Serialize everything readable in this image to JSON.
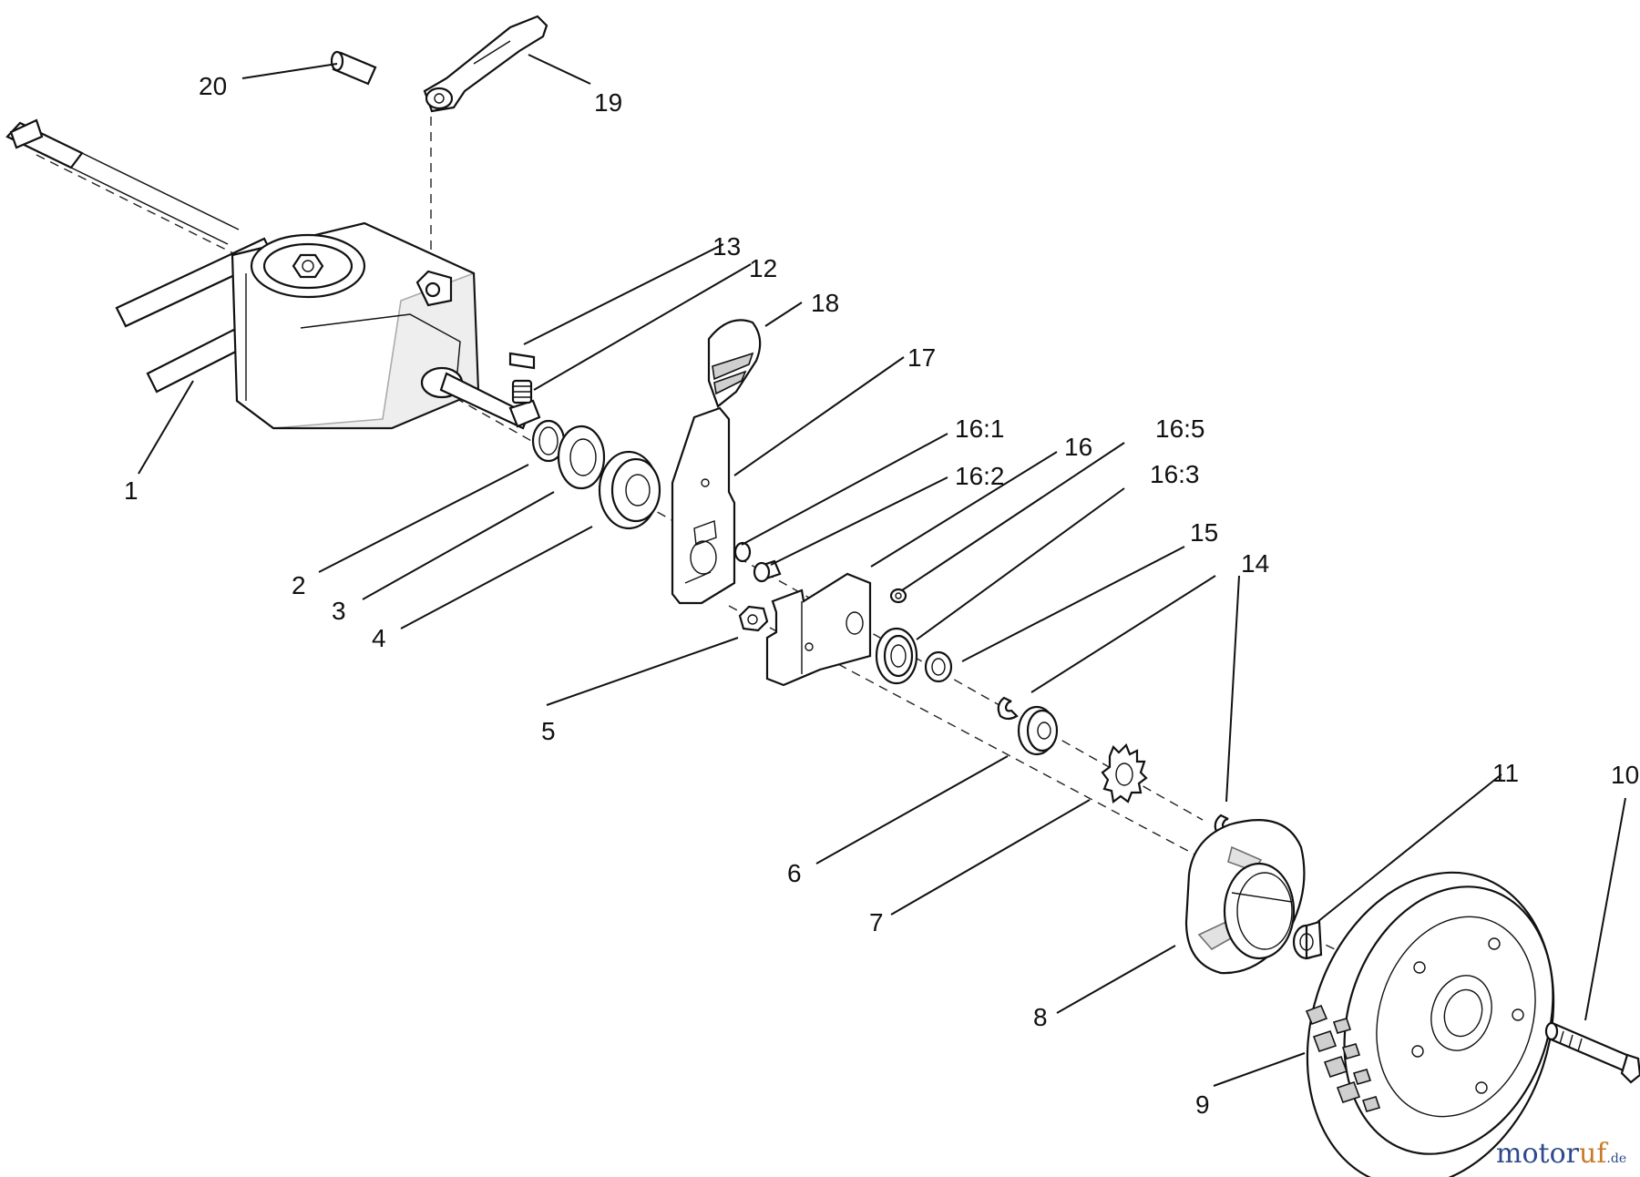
{
  "callouts": [
    {
      "id": "c1",
      "text": "1"
    },
    {
      "id": "c2",
      "text": "2"
    },
    {
      "id": "c3",
      "text": "3"
    },
    {
      "id": "c4",
      "text": "4"
    },
    {
      "id": "c5",
      "text": "5"
    },
    {
      "id": "c6",
      "text": "6"
    },
    {
      "id": "c7",
      "text": "7"
    },
    {
      "id": "c8",
      "text": "8"
    },
    {
      "id": "c9",
      "text": "9"
    },
    {
      "id": "c10",
      "text": "10"
    },
    {
      "id": "c11",
      "text": "11"
    },
    {
      "id": "c12",
      "text": "12"
    },
    {
      "id": "c13",
      "text": "13"
    },
    {
      "id": "c14",
      "text": "14"
    },
    {
      "id": "c15",
      "text": "15"
    },
    {
      "id": "c16",
      "text": "16"
    },
    {
      "id": "c16_1",
      "text": "16:1"
    },
    {
      "id": "c16_2",
      "text": "16:2"
    },
    {
      "id": "c16_3",
      "text": "16:3"
    },
    {
      "id": "c16_5",
      "text": "16:5"
    },
    {
      "id": "c17",
      "text": "17"
    },
    {
      "id": "c18",
      "text": "18"
    },
    {
      "id": "c19",
      "text": "19"
    },
    {
      "id": "c20",
      "text": "20"
    }
  ],
  "watermark": {
    "brand_a": "motor",
    "brand_b": "uf",
    "tld": ".de"
  }
}
